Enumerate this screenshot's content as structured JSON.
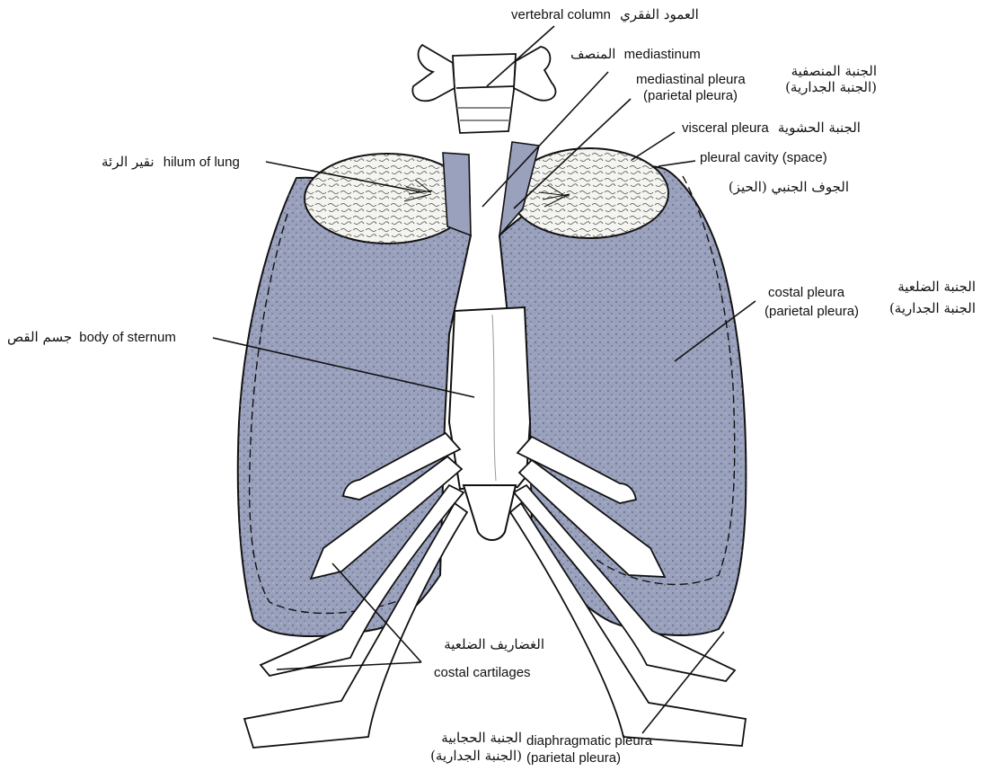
{
  "labels": {
    "vertebral_column": {
      "en": "vertebral column",
      "ar": "العمود الفقري"
    },
    "mediastinum": {
      "en": "mediastinum",
      "ar": "المنصف"
    },
    "mediastinal_pleura": {
      "en1": "mediastinal pleura",
      "en2": "(parietal pleura)",
      "ar1": "الجنبة المنصفية",
      "ar2": "(الجنبة الجدارية)"
    },
    "visceral_pleura": {
      "en": "visceral pleura",
      "ar": "الجنبة الحشوية"
    },
    "pleural_cavity": {
      "en": "pleural cavity (space)",
      "ar": "الجوف الجنبي (الحيز)"
    },
    "hilum": {
      "en": "hilum of lung",
      "ar": "نقير الرئة"
    },
    "costal_pleura": {
      "en1": "costal pleura",
      "en2": "(parietal pleura)",
      "ar1": "الجنبة الضلعية",
      "ar2": "الجنبة الجدارية)"
    },
    "sternum": {
      "en": "body of sternum",
      "ar": "جسم القص"
    },
    "costal_cartilages": {
      "en": "costal cartilages",
      "ar": "الغضاريف الضلعية"
    },
    "diaphragmatic_pleura": {
      "en1": "diaphragmatic pleura",
      "en2": "(parietal pleura)",
      "ar1": "الجنبة الحجابية",
      "ar2": "(الجنبة الجدارية)"
    }
  },
  "colors": {
    "lung_fill": "#9aa1bd",
    "lung_dark": "#6c7393",
    "bone": "#ffffff",
    "ink": "#111111"
  }
}
